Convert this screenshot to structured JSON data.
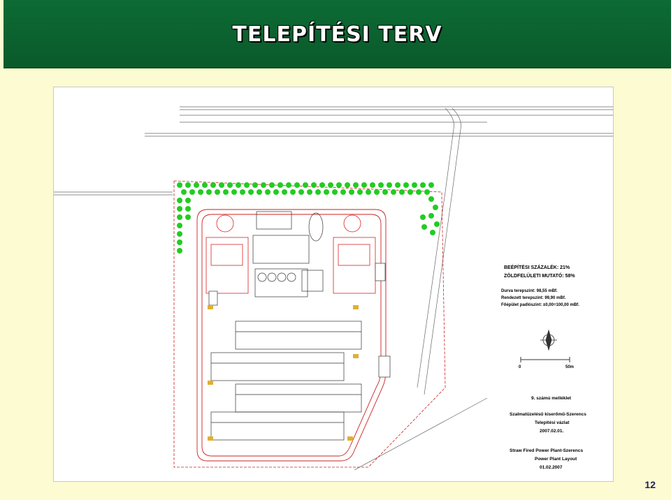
{
  "slide": {
    "title": "TELEPÍTÉSI TERV",
    "page_number": "12"
  },
  "plan": {
    "stats": {
      "beepitesi": "BEÉPÍTÉSI SZÁZALÉK:     21%",
      "zoldfeluleti": "ZÖLDFELÜLETI MUTATÓ: 58%"
    },
    "levels": {
      "durva": "Durva terepszint: 98,55 mBf.",
      "rendezett": "Rendezett terepszint: 99,90 mBf.",
      "fopulet": "Főépület padlószint: ±0,00=100,00 mBf."
    },
    "scale": {
      "zero": "0",
      "max": "50m"
    },
    "annex": "9. számú melléklet",
    "project_hu": {
      "line1": "Szalmatüzelésű kiserőmű-Szerencs",
      "line2": "Telepítési vázlat",
      "line3": "2007.02.01."
    },
    "project_en": {
      "line1": "Straw Fired Power Plant-Szerencs",
      "line2": "Power Plant Layout",
      "line3": "01.02.2007"
    },
    "colors": {
      "green_trees": "#22cc22",
      "plan_red": "#dd2222",
      "line_gray": "#555555"
    }
  }
}
